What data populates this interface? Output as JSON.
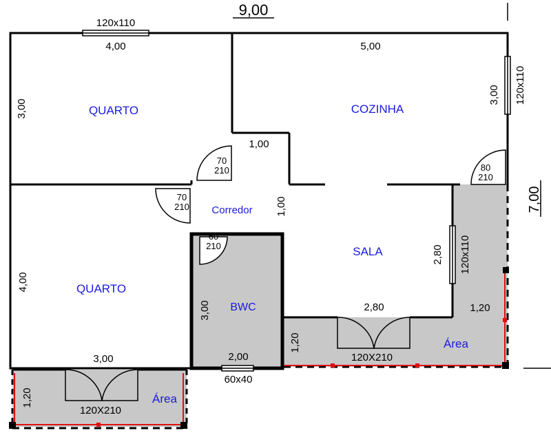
{
  "overall": {
    "width": "9,00",
    "height": "7,00"
  },
  "rooms": {
    "quarto_top": "QUARTO",
    "cozinha": "COZINHA",
    "corredor": "Corredor",
    "quarto_bottom": "QUARTO",
    "bwc": "BWC",
    "sala": "SALA",
    "area_right": "Área",
    "area_left": "Área"
  },
  "dimensions": {
    "quarto_top_width": "4,00",
    "quarto_top_height": "3,00",
    "cozinha_width": "5,00",
    "cozinha_height": "3,00",
    "hall_width": "1,00",
    "corredor_height": "1,00",
    "quarto_bottom_height": "4,00",
    "quarto_bottom_width": "3,00",
    "bwc_height": "3,00",
    "bwc_width": "2,00",
    "sala_width": "2,80",
    "sala_height": "2,80",
    "area_right_width": "1,20",
    "area_right_depth": "1,20",
    "area_left_depth": "1,20"
  },
  "openings": {
    "window_quarto_top": "120x110",
    "window_cozinha": "120x110",
    "window_sala": "120x110",
    "window_bwc": "60x40",
    "door_quarto_top": [
      "70",
      "210"
    ],
    "door_quarto_bottom": [
      "70",
      "210"
    ],
    "door_bwc": [
      "60",
      "210"
    ],
    "door_cozinha": [
      "80",
      "210"
    ],
    "door_sala": "120X210",
    "door_quarto_bottom_ext": "120X210"
  }
}
